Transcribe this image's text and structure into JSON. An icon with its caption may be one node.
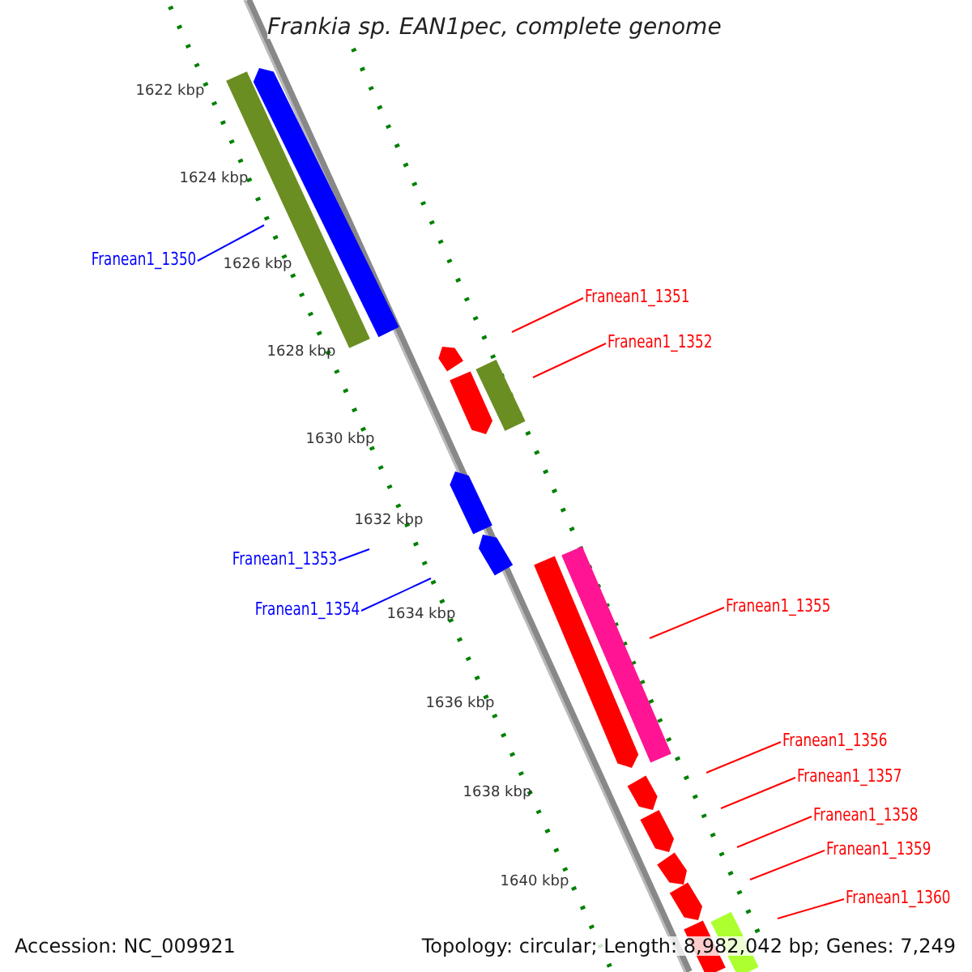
{
  "diagram": {
    "title": "Frankia sp. EAN1pec, complete genome",
    "nodes": [
      {
        "text": [
          "Franean1_1350"
        ]
      },
      {
        "text": [
          "Franean1_1351"
        ]
      },
      {
        "text": [
          "Franean1_1352"
        ]
      },
      {
        "text": [
          "Franean1_1353"
        ]
      },
      {
        "text": [
          "Franean1_1354"
        ]
      },
      {
        "text": [
          "Franean1_1355"
        ]
      },
      {
        "text": [
          "Franean1_1356"
        ]
      },
      {
        "text": [
          "Franean1_1357"
        ]
      },
      {
        "text": [
          "Franean1_1358"
        ]
      },
      {
        "text": [
          "Franean1_1359"
        ]
      },
      {
        "text": [
          "Franean1_1360"
        ]
      }
    ],
    "edges": [
      {
        "from": 0,
        "to": null,
        "arrow": "none",
        "color": "#0000ff"
      },
      {
        "from": 1,
        "to": null,
        "arrow": "none"
      },
      {
        "from": 2,
        "to": null,
        "arrow": "none"
      },
      {
        "from": 3,
        "to": null,
        "arrow": "none",
        "color": "#0000ff"
      },
      {
        "from": 4,
        "to": null,
        "arrow": "none",
        "color": "#0000ff"
      },
      {
        "from": 5,
        "to": null,
        "arrow": "none"
      },
      {
        "from": 6,
        "to": null,
        "arrow": "none"
      },
      {
        "from": 7,
        "to": null,
        "arrow": "none"
      },
      {
        "from": 8,
        "to": null,
        "arrow": "none"
      },
      {
        "from": 9,
        "to": null,
        "arrow": "none"
      },
      {
        "from": 10,
        "to": null,
        "arrow": "none"
      }
    ],
    "labels": [
      "1622 kbp",
      "1624 kbp",
      "1626 kbp",
      "1628 kbp",
      "1630 kbp",
      "1632 kbp",
      "1634 kbp",
      "1636 kbp",
      "1638 kbp",
      "1640 kbp",
      "Accession: NC_009921",
      "Topology: circular; Length: 8,982,042 bp; Genes: 7,249"
    ]
  }
}
